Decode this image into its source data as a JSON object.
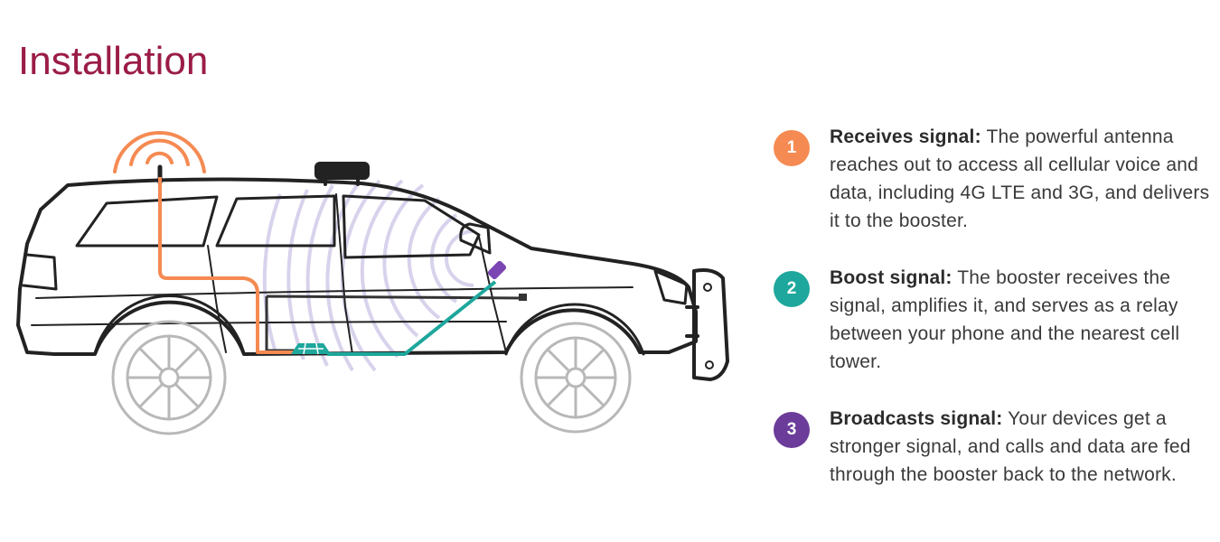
{
  "title": "Installation",
  "colors": {
    "title": "#9b1c47",
    "step1": "#f58a52",
    "step2": "#1ea79c",
    "step3": "#6b3c9a",
    "outside_antenna_cable": "#f58a52",
    "inside_antenna_cable": "#1ea79c",
    "inside_antenna": "#7b45b3",
    "signal_waves": "#d9d2ec"
  },
  "illustration": {
    "vehicle": "suv-icon",
    "outside_antenna": "roof-antenna-icon",
    "booster": "booster-icon",
    "inside_antenna": "inside-antenna-icon"
  },
  "steps": [
    {
      "number": "1",
      "heading": "Receives signal:",
      "text": " The powerful antenna reaches out to access all cellular voice and data, including 4G LTE and 3G, and delivers it to the booster."
    },
    {
      "number": "2",
      "heading": "Boost signal:",
      "text": " The booster receives the signal, amplifies it, and serves as a relay between your phone and the nearest cell tower."
    },
    {
      "number": "3",
      "heading": "Broadcasts signal:",
      "text": " Your devices get a stronger signal, and calls and data are fed through the booster back to the network."
    }
  ]
}
